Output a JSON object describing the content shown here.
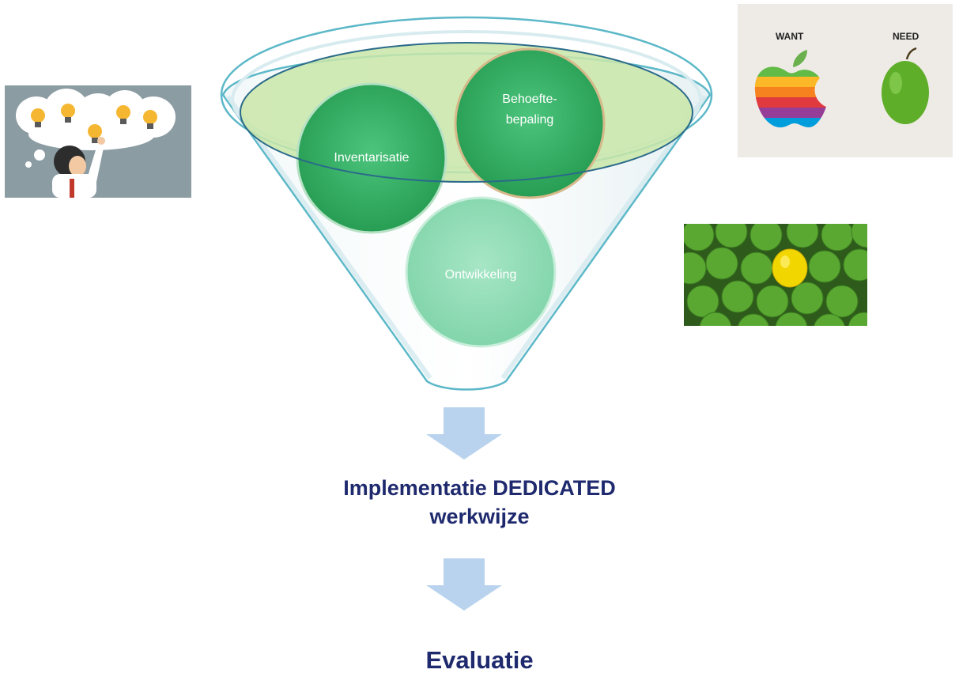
{
  "funnel": {
    "circles": [
      {
        "label": "Inventarisatie"
      },
      {
        "label_line1": "Behoefte-",
        "label_line2": "bepaling"
      },
      {
        "label": "Ontwikkeling"
      }
    ],
    "colors": {
      "circle_dark": "#2fa85a",
      "circle_light": "#8fdcb4",
      "funnel_fill": "#e9f4f5",
      "funnel_stroke": "#5cb8c8",
      "ellipse_fill": "#c9e6a8",
      "ellipse_stroke": "#2a6a8a"
    }
  },
  "steps": {
    "step1_line1": "Implementatie DEDICATED",
    "step1_line2": "werkwijze",
    "step2": "Evaluatie"
  },
  "want_need": {
    "want": "WANT",
    "need": "NEED"
  },
  "colors": {
    "heading": "#1f2a6e",
    "arrow": "#b9d3ef"
  }
}
